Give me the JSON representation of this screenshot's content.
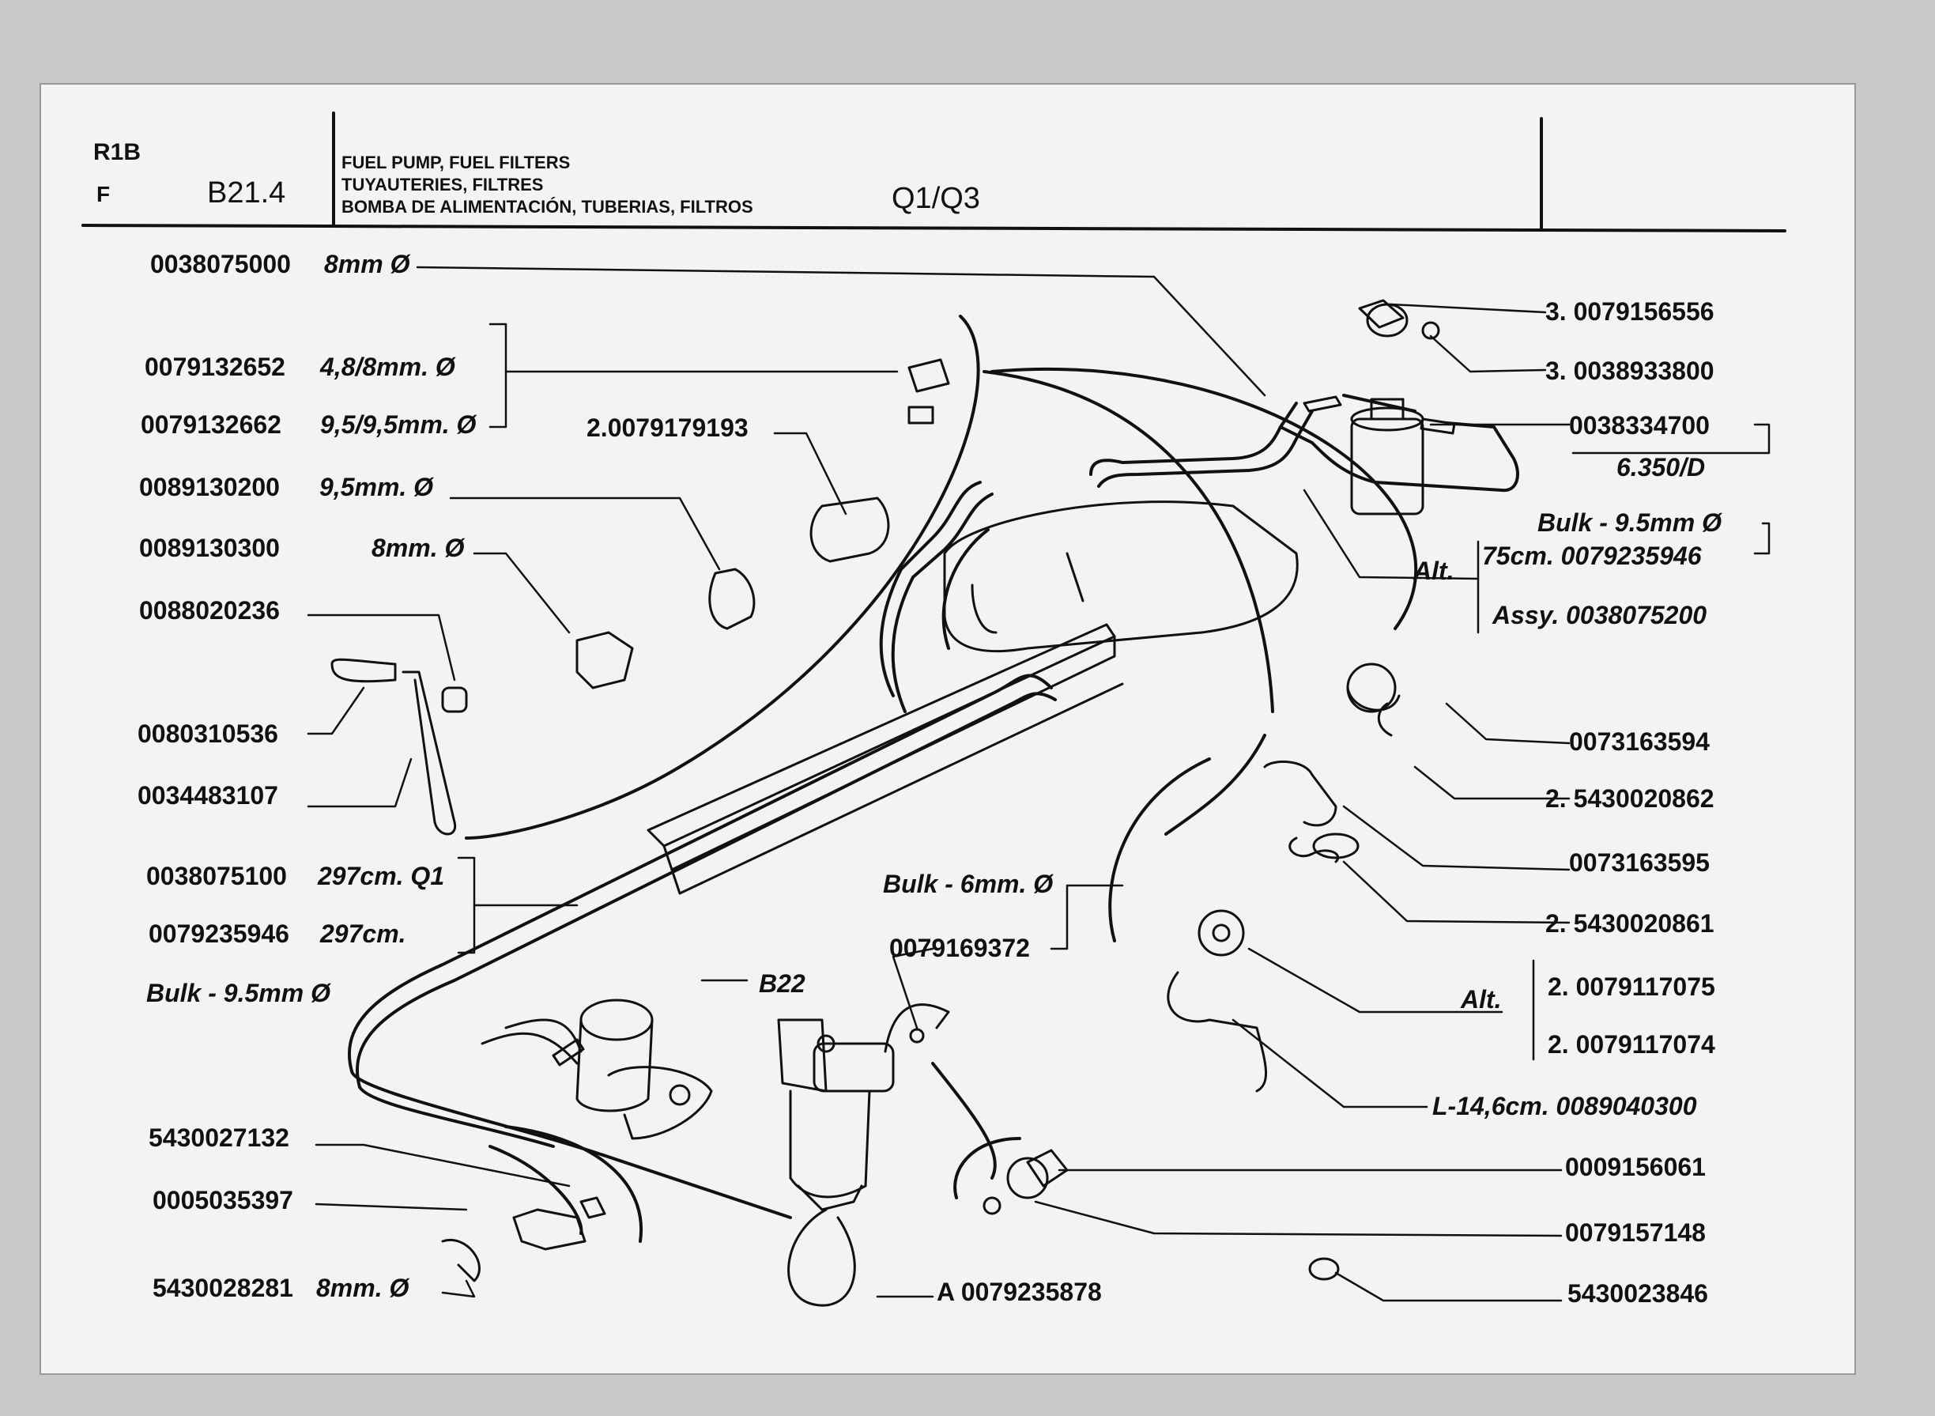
{
  "header": {
    "section_code": "R1B",
    "section_letter": "F",
    "page_ref": "B21.4",
    "title_en": "FUEL PUMP, FUEL FILTERS",
    "title_fr": "TUYAUTERIES, FILTRES",
    "title_es": "BOMBA DE ALIMENTACIÓN, TUBERIAS, FILTROS",
    "model": "Q1/Q3"
  },
  "labels": {
    "l01": "0038075000",
    "l01s": "8mm Ø",
    "l02": "0079132652",
    "l02s": "4,8/8mm. Ø",
    "l03": "0079132662",
    "l03s": "9,5/9,5mm. Ø",
    "l04": "2.0079179193",
    "l05": "0089130200",
    "l05s": "9,5mm. Ø",
    "l06": "0089130300",
    "l06s": "8mm. Ø",
    "l07": "0088020236",
    "l08": "0080310536",
    "l09": "0034483107",
    "l10": "0038075100",
    "l10s": "297cm. Q1",
    "l11": "0079235946",
    "l11s": "297cm.",
    "l12": "Bulk - 9.5mm Ø",
    "l13": "Bulk - 6mm. Ø",
    "l14": "0079169372",
    "l15": "B22",
    "l16": "5430027132",
    "l17": "0005035397",
    "l18": "5430028281",
    "l18s": "8mm. Ø",
    "l19": "A 0079235878",
    "r01": "3. 0079156556",
    "r02": "3. 0038933800",
    "r03": "0038334700",
    "r04": "6.350/D",
    "r05": "Bulk - 9.5mm Ø",
    "r06": "Alt.",
    "r07": "75cm. 0079235946",
    "r08": "Assy. 0038075200",
    "r09": "0073163594",
    "r10": "2. 5430020862",
    "r11": "0073163595",
    "r12": "2. 5430020861",
    "r13": "Alt.",
    "r14": "2. 0079117075",
    "r15": "2. 0079117074",
    "r16": "L-14,6cm. 0089040300",
    "r17": "0009156061",
    "r18": "0079157148",
    "r19": "5430023846"
  }
}
